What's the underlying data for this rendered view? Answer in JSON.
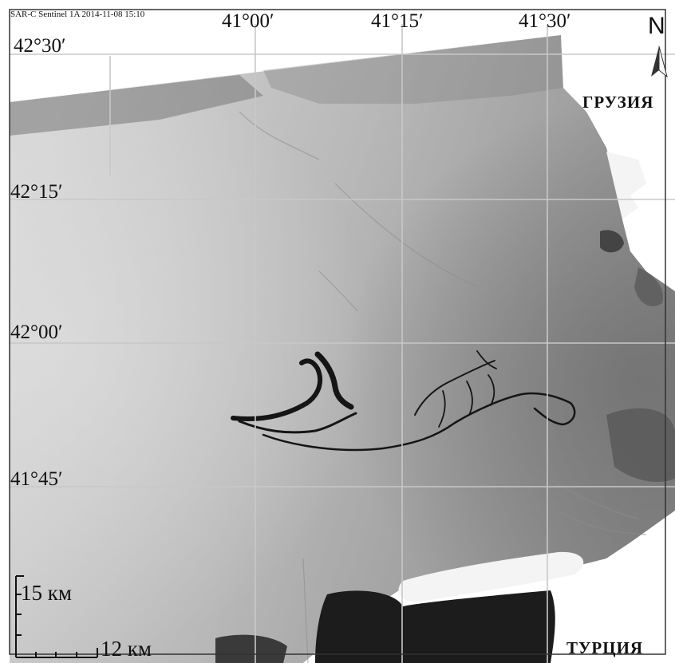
{
  "image_header": "SAR-C Sentinel 1A 2014-11-08 15:10",
  "longitude_labels": [
    "41°00′",
    "41°15′",
    "41°30′"
  ],
  "latitude_labels": [
    "42°30′",
    "42°15′",
    "42°00′",
    "41°45′"
  ],
  "countries": {
    "georgia": "ГРУЗИЯ",
    "turkey": "ТУРЦИЯ"
  },
  "north_arrow": {
    "letter": "N",
    "icon": "north-arrow-icon"
  },
  "scale_bar": {
    "vertical_label": "15 км",
    "horizontal_label": "12 км"
  },
  "colors": {
    "sea_light": "#d0d0d0",
    "sea_mid": "#a8a8a8",
    "sea_dark": "#8a8a8a",
    "land": "#ffffff",
    "grid": "#c8c8c8",
    "slick": "#151515"
  }
}
